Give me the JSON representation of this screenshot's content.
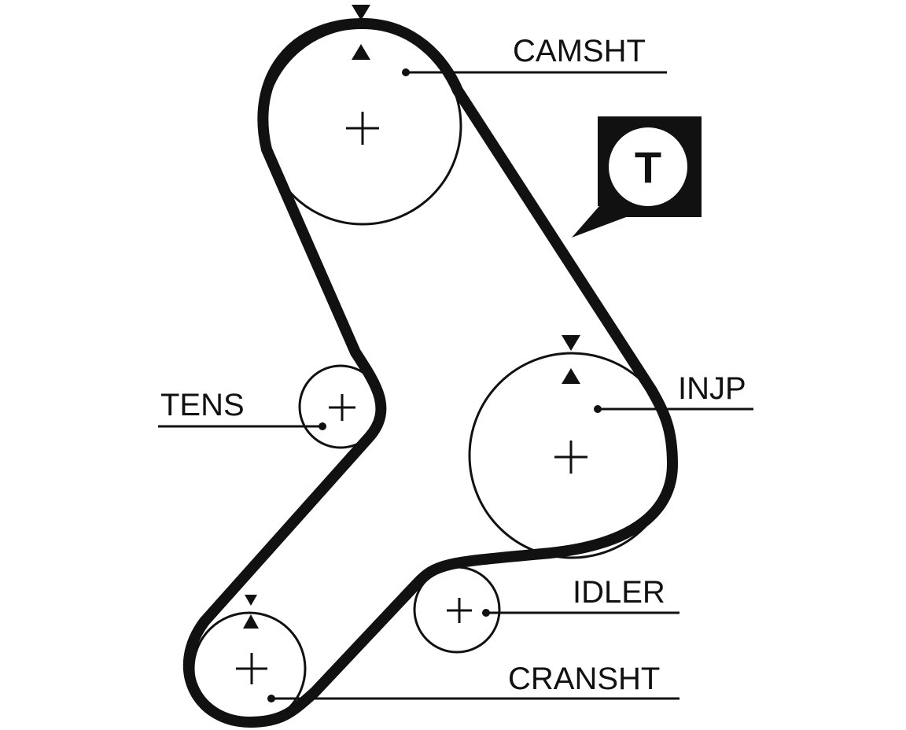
{
  "diagram": {
    "labels": {
      "camshaft": "CAMSHT",
      "injection_pump": "INJP",
      "tensioner": "TENS",
      "idler": "IDLER",
      "crankshaft": "CRANSHT"
    },
    "badge": {
      "letter": "T",
      "icon": "timing-belt-badge-icon"
    },
    "colors": {
      "line": "#111111",
      "background": "#ffffff"
    }
  }
}
